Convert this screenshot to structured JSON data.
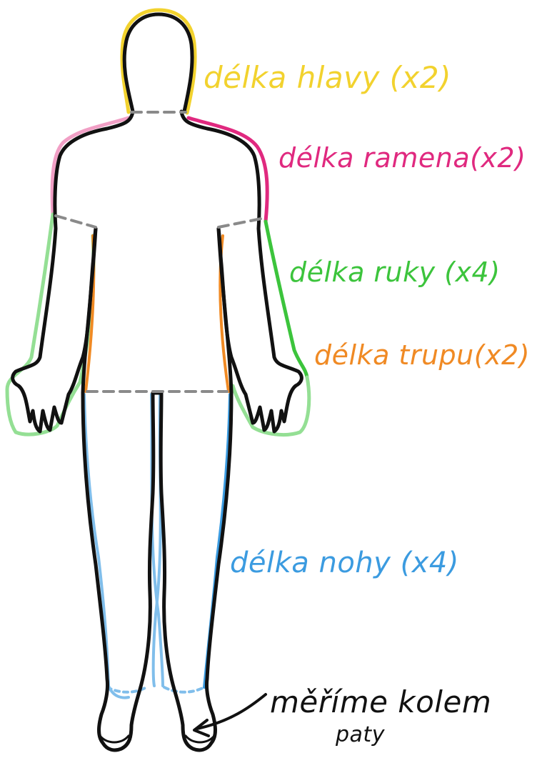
{
  "labels": {
    "head": "délka hlavy (x2)",
    "shoulder": "délka ramena(x2)",
    "arm": "délka ruky (x4)",
    "torso": "délka trupu(x2)",
    "leg": "délka nohy (x4)",
    "note_line1": "měříme kolem",
    "note_line2": "paty"
  },
  "colors": {
    "outline": "#111111",
    "head": "#f2d22e",
    "shoulder": "#e0297f",
    "arm": "#3cc43c",
    "torso": "#f08a24",
    "leg": "#3b9be0",
    "divider": "#8a8a8a"
  }
}
